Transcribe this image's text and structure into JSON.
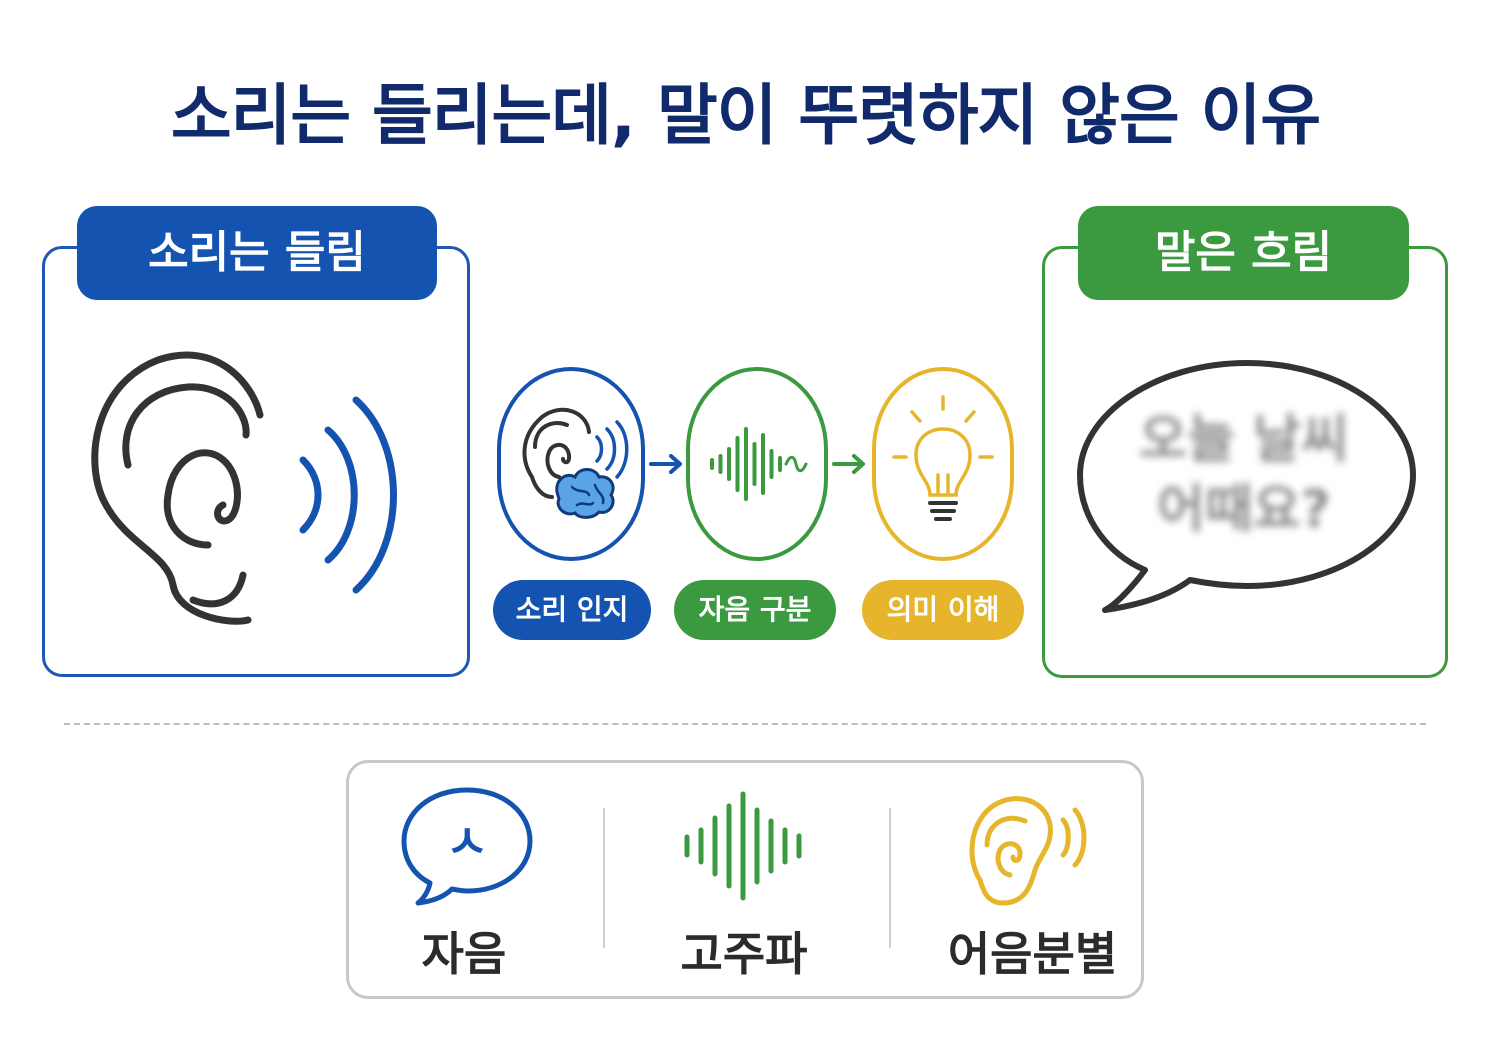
{
  "title": "소리는 들리는데, 말이 뚜렷하지 않은 이유",
  "left_panel": {
    "tag": "소리는 들림"
  },
  "right_panel": {
    "tag": "말은 흐림",
    "bubble_text": "오늘 날씨\n어때요?"
  },
  "steps": [
    {
      "label": "소리 인지",
      "color": "#1553b0"
    },
    {
      "label": "자음 구분",
      "color": "#3b9a3f"
    },
    {
      "label": "의미 이해",
      "color": "#e6b52b"
    }
  ],
  "legend": [
    {
      "label": "자음",
      "glyph": "ㅅ",
      "icon": "speech-bubble-icon"
    },
    {
      "label": "고주파",
      "icon": "sound-wave-icon"
    },
    {
      "label": "어음분별",
      "icon": "ear-icon"
    }
  ],
  "colors": {
    "navy": "#102a6b",
    "blue": "#1553b0",
    "green": "#3b9a3f",
    "yellow": "#e6b52b",
    "dark": "#333333"
  }
}
